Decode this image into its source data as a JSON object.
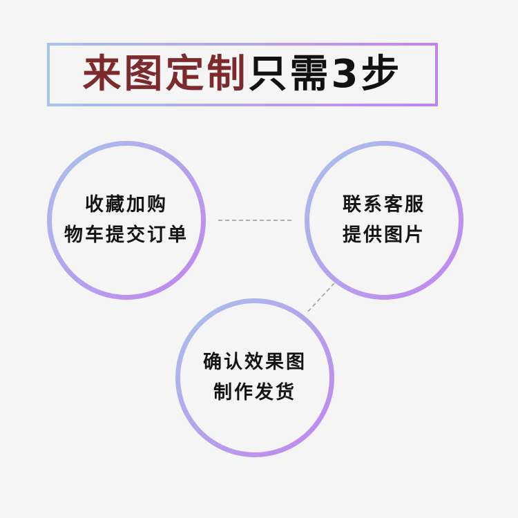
{
  "title": {
    "part1": "来图定制",
    "part2": "只需3步"
  },
  "steps": [
    {
      "line1": "收藏加购",
      "line2": "物车提交订单"
    },
    {
      "line1": "联系客服",
      "line2": "提供图片"
    },
    {
      "line1": "确认效果图",
      "line2": "制作发货"
    }
  ],
  "colors": {
    "title_accent": "#7c2a2c",
    "title_text": "#111111",
    "ring_start": "#a8c4ec",
    "ring_end": "#c283f0",
    "background": "#f5f5f5",
    "connector": "#9a9a9a"
  }
}
